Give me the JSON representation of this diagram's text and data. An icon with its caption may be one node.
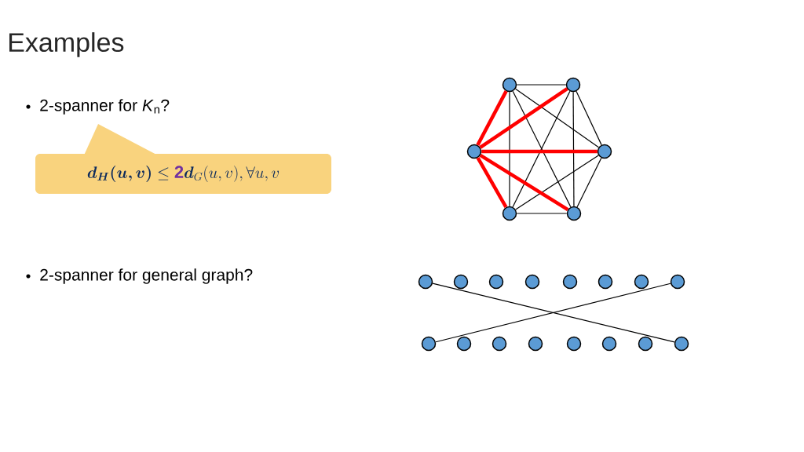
{
  "diagram": {
    "title": "Examples",
    "nodes": [
      {
        "text": [],
        "shape": "circle"
      },
      {
        "text": [],
        "shape": "circle"
      },
      {
        "text": [],
        "shape": "circle"
      },
      {
        "text": [],
        "shape": "circle"
      },
      {
        "text": [],
        "shape": "circle"
      },
      {
        "text": [],
        "shape": "circle"
      },
      {
        "text": [
          "\\bm{d_H(u,v)} \\le \\textcolor[HTML]{7030A0}{\\mathbf{2}}\\bm{d}_G(u,v), \\forall u,v"
        ]
      },
      {
        "text": [],
        "shape": "circle"
      },
      {
        "text": [],
        "shape": "circle"
      },
      {
        "text": [],
        "shape": "circle"
      },
      {
        "text": [],
        "shape": "circle"
      },
      {
        "text": [],
        "shape": "circle"
      },
      {
        "text": [],
        "shape": "circle"
      },
      {
        "text": [],
        "shape": "circle"
      },
      {
        "text": [],
        "shape": "circle"
      },
      {
        "text": [],
        "shape": "circle"
      },
      {
        "text": [],
        "shape": "circle"
      },
      {
        "text": [],
        "shape": "circle"
      },
      {
        "text": [],
        "shape": "circle"
      },
      {
        "text": [],
        "shape": "circle"
      },
      {
        "text": [],
        "shape": "circle"
      },
      {
        "text": [],
        "shape": "circle"
      },
      {
        "text": [],
        "shape": "circle"
      }
    ],
    "edges": [
      {
        "from": 0,
        "to": 1,
        "arrow": "none"
      },
      {
        "from": 0,
        "to": 4,
        "arrow": "none"
      },
      {
        "from": 0,
        "to": 3,
        "arrow": "none"
      },
      {
        "from": 0,
        "to": 5,
        "arrow": "none"
      },
      {
        "from": 1,
        "to": 4,
        "arrow": "none"
      },
      {
        "from": 1,
        "to": 3,
        "arrow": "none"
      },
      {
        "from": 1,
        "to": 5,
        "arrow": "none"
      },
      {
        "from": 3,
        "to": 4,
        "arrow": "none"
      },
      {
        "from": 3,
        "to": 5,
        "arrow": "none"
      },
      {
        "from": 4,
        "to": 5,
        "arrow": "none"
      },
      {
        "from": 2,
        "to": 0,
        "arrow": "none",
        "style": "thick",
        "color": "#ff0000"
      },
      {
        "from": 2,
        "to": 1,
        "arrow": "none",
        "style": "thick",
        "color": "#ff0000"
      },
      {
        "from": 2,
        "to": 3,
        "arrow": "none",
        "style": "thick",
        "color": "#ff0000"
      },
      {
        "from": 2,
        "to": 4,
        "arrow": "none",
        "style": "thick",
        "color": "#ff0000"
      },
      {
        "from": 2,
        "to": 5,
        "arrow": "none",
        "style": "thick",
        "color": "#ff0000"
      },
      {
        "from": 7,
        "to": 22,
        "arrow": "none"
      },
      {
        "from": 14,
        "to": 15,
        "arrow": "none"
      }
    ],
    "labels": [
      "2-spanner for *K*$_{n}$?",
      "2-spanner for general graph?"
    ]
  }
}
